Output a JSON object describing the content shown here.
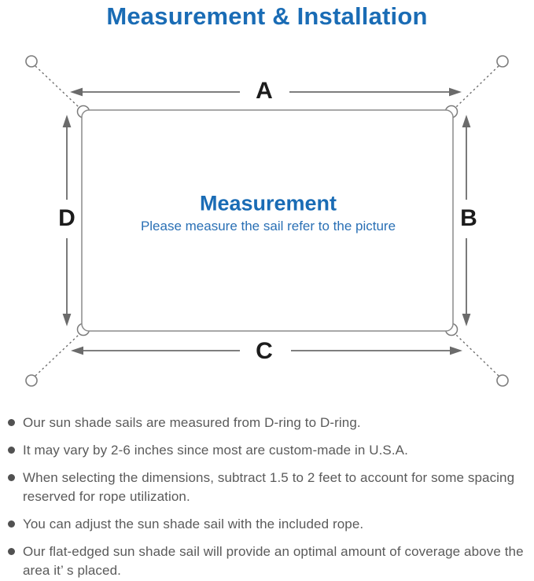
{
  "title": "Measurement & Installation",
  "diagram": {
    "label_top": "A",
    "label_right": "B",
    "label_bottom": "C",
    "label_left": "D",
    "center_title": "Measurement",
    "center_subtitle": "Please measure the sail refer to the picture"
  },
  "notes": [
    "Our sun shade sails are measured from D-ring to D-ring.",
    "It may vary by 2-6 inches since most are custom-made in U.S.A.",
    "When selecting the dimensions, subtract 1.5 to 2 feet to account for some spacing reserved for rope utilization.",
    "You can adjust the sun shade sail with the included rope.",
    "Our flat-edged sun shade sail will provide an optimal amount of coverage above the area it’ s placed."
  ],
  "colors": {
    "accent_blue": "#1a6cb5",
    "subtitle_blue": "#2a70b5",
    "body_text": "#5a5a5a",
    "diagram_line": "#8b8b8b",
    "arrow": "#6b6b6b",
    "dimension_label": "#1c1c1c"
  }
}
